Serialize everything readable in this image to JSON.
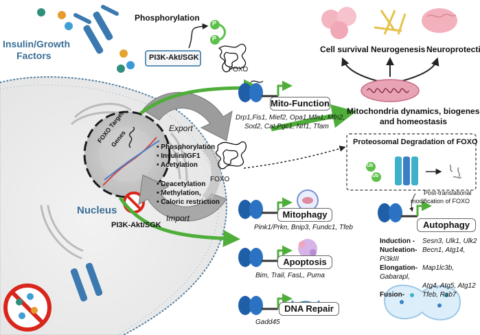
{
  "labels": {
    "insulin": "Insulin/Growth",
    "factors": "Factors",
    "phosphorylation_top": "Phosphorylation",
    "p1": "P",
    "p2": "P",
    "pi3k_top": "PI3K-Akt/SGK",
    "foxo_top": "FOXO",
    "cell_survival": "Cell survival",
    "neurogenesis": "Neurogenesis",
    "neuroprotection": "Neuroprotection",
    "mito_function": "Mito-Function",
    "mito_genes_1": "Drp1,Fis1, Mief2, Opa1,Mfn1, Mfn2,",
    "mito_genes_2": "Sod2, Cat,Pgc1, Nrf1, Tfam",
    "mito_dynamics_1": "Mitochondria dynamics, biogenesis",
    "mito_dynamics_2": "and homeostasis",
    "export": "Export",
    "import": "Import",
    "target_genes_1": "FOXO Target",
    "target_genes_2": "Genes",
    "nucleus": "Nucleus",
    "proteasomal": "Proteosomal Degradation of FOXO",
    "ub1": "Ub",
    "ub2": "Ub",
    "foxo_center": "FOXO",
    "mitophagy": "Mitophagy",
    "mitophagy_genes": "Pink1/Prkn, Bnip3, Fundc1, Tfeb",
    "ptm_1": "Post-translational",
    "ptm_2": "modification of FOXO",
    "pi3k_blocked": "PI3K-Akt/SGK",
    "autophagy": "Autophagy",
    "apoptosis": "Apoptosis",
    "apoptosis_genes": "Bim, Trail, FasL, Puma",
    "dna_repair": "DNA Repair",
    "dna_genes": "Gadd45"
  },
  "mods_export": [
    "Phosphorylation",
    "Insulin/IGF1",
    "Acetylation"
  ],
  "mods_import": [
    "Deacetylation",
    "Methylation,",
    "Caloric restriction"
  ],
  "autophagy_steps": [
    {
      "stage": "Induction -",
      "genes": "Sesn3, Ulk1, Ulk2"
    },
    {
      "stage": "Nucleation-",
      "genes": "Becn1, Atg14, Pi3kIII"
    },
    {
      "stage": "Elongation-",
      "genes": "Map1lc3b, Gabarapl,"
    },
    {
      "stage": "",
      "genes": "Atg4, Atg5, Atg12"
    },
    {
      "stage": "Fusion-",
      "genes": "Tfeb, Rab7"
    }
  ],
  "colors": {
    "arrow_green": "#4fae3a",
    "membrane_blue": "#2f6f9e",
    "title_blue": "#3a6e97",
    "dna_blue": "#1f5fa8",
    "inhibit_red": "#d9261c",
    "phospho_green": "#5cc04a"
  }
}
